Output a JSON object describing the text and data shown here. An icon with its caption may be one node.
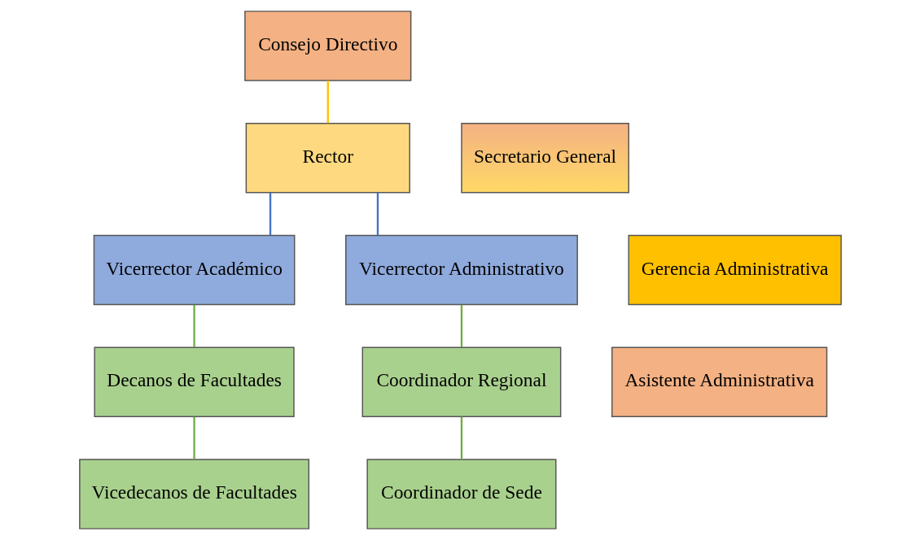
{
  "diagram": {
    "nodes": [
      {
        "text": [
          "Consejo Directivo"
        ]
      },
      {
        "text": [
          "Rector"
        ]
      },
      {
        "text": [
          "Secretario General"
        ]
      },
      {
        "text": [
          "Vicerrector Académico"
        ]
      },
      {
        "text": [
          "Vicerrector Administrativo"
        ]
      },
      {
        "text": [
          "Gerencia Administrativa"
        ]
      },
      {
        "text": [
          "Decanos de Facultades"
        ]
      },
      {
        "text": [
          "Coordinador Regional"
        ]
      },
      {
        "text": [
          "Asistente Administrativa"
        ]
      },
      {
        "text": [
          "Vicedecanos de Facultades"
        ]
      },
      {
        "text": [
          "Coordinador de Sede"
        ]
      }
    ],
    "edges": [
      {
        "from": 0,
        "to": 1,
        "arrow": "none",
        "color": "#ffc000"
      },
      {
        "from": 1,
        "to": 3,
        "arrow": "none",
        "color": "#4472c4"
      },
      {
        "from": 1,
        "to": 4,
        "arrow": "none",
        "color": "#4472c4"
      },
      {
        "from": 3,
        "to": 6,
        "arrow": "none"
      },
      {
        "from": 4,
        "to": 7,
        "arrow": "none"
      },
      {
        "from": 6,
        "to": 9,
        "arrow": "none"
      },
      {
        "from": 7,
        "to": 10,
        "arrow": "none"
      }
    ]
  }
}
